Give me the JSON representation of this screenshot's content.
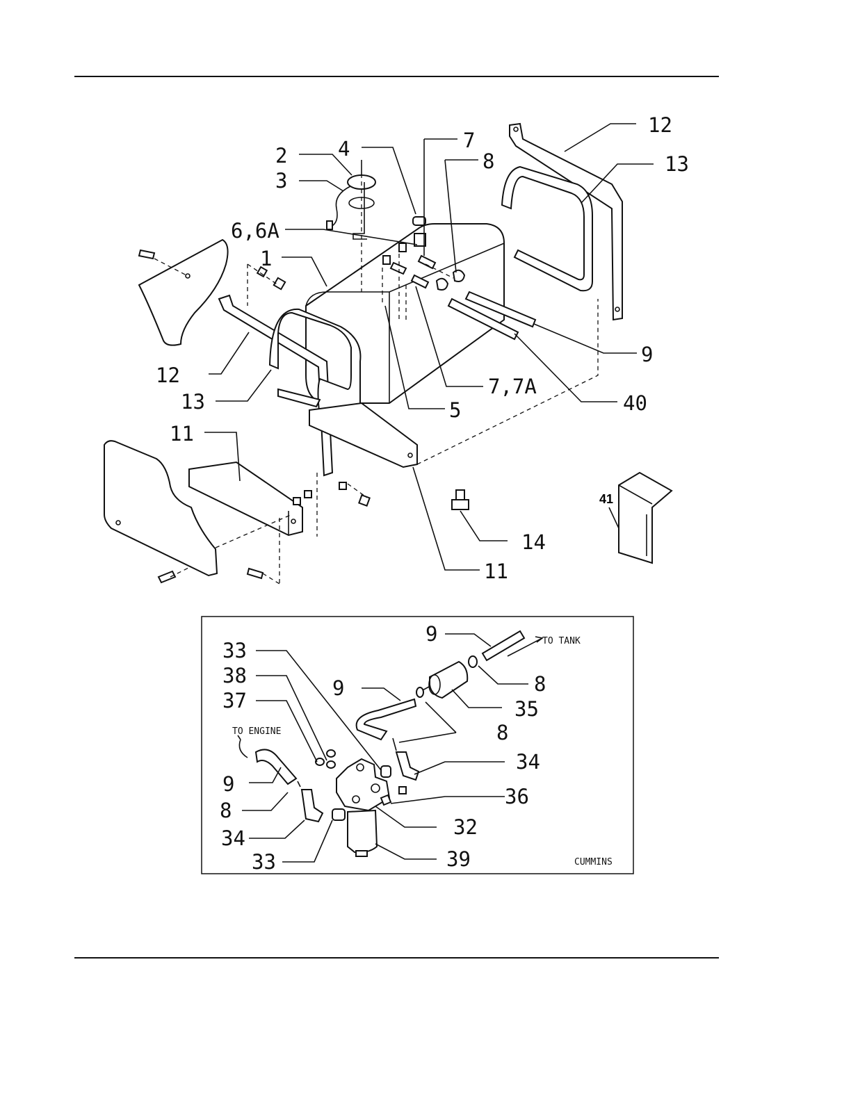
{
  "callouts": {
    "c2": "2",
    "c3": "3",
    "c4": "4",
    "c6": "6,6A",
    "c1": "1",
    "c7top": "7",
    "c8top": "8",
    "c12r": "12",
    "c13r": "13",
    "c12l": "12",
    "c13l": "13",
    "c9": "9",
    "c40": "40",
    "c77a": "7,7A",
    "c5": "5",
    "c11l": "11",
    "c11r": "11",
    "c14": "14",
    "c41": "41",
    "d33a": "33",
    "d38": "38",
    "d37": "37",
    "d9a": "9",
    "d9b": "9",
    "d9c": "9",
    "d8a": "8",
    "d8b": "8",
    "d8c": "8",
    "d34a": "34",
    "d34b": "34",
    "d33b": "33",
    "d35": "35",
    "d36": "36",
    "d32": "32",
    "d39": "39"
  },
  "labels": {
    "to_tank": "TO TANK",
    "to_engine": "TO ENGINE",
    "cummins": "CUMMINS"
  }
}
